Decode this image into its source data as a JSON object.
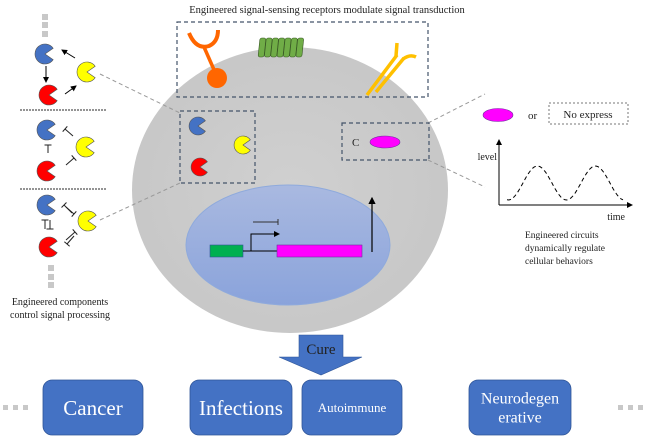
{
  "receptors_caption": "Engineered signal-sensing receptors modulate signal transduction",
  "components_caption": [
    "Engineered components",
    "control signal processing"
  ],
  "circuits_caption": [
    "Engineered circuits",
    "dynamically regulate",
    "cellular behaviors"
  ],
  "circuit_box": {
    "label": "C"
  },
  "output_options": {
    "or_label": "or",
    "no_express_label": "No express"
  },
  "dynamics_plot": {
    "ylabel": "level",
    "xlabel": "time",
    "curve_style": "dashed oscillation, two peaks"
  },
  "cure_arrow_label": "Cure",
  "diseases": [
    {
      "label": "Cancer"
    },
    {
      "label": "Infections"
    },
    {
      "label": "Autoimmune"
    },
    {
      "label": [
        "Neurodegen",
        "erative"
      ]
    }
  ],
  "motif_panels": [
    {
      "name": "activation-cycle",
      "relation": "arrows"
    },
    {
      "name": "repression-network",
      "relation": "single inhibition"
    },
    {
      "name": "mutual-repression-network",
      "relation": "mutual inhibition"
    }
  ],
  "colors": {
    "cell": "#cccccc",
    "nucleus": "#98aedc",
    "component_blue": "#4472c4",
    "component_yellow": "#ffff00",
    "component_red": "#ff0000",
    "magenta": "#ff00ff",
    "promoter_green": "#00b050",
    "receptor_orange": "#ff6600",
    "receptor_yellow": "#ffc000",
    "channel_green": "#70ad47",
    "disease_box": "#4472c4",
    "ellipsis_gray": "#c8c8c8"
  }
}
